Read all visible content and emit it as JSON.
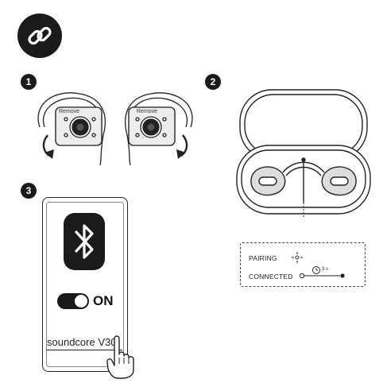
{
  "header": {
    "icon": "link-icon"
  },
  "steps": [
    {
      "number": "1",
      "remove_label_left": "Remove",
      "remove_label_right": "Remove"
    },
    {
      "number": "2"
    },
    {
      "number": "3"
    }
  ],
  "status_panel": {
    "pairing_label": "PAIRING",
    "connected_label": "CONNECTED",
    "connected_duration": "3 s"
  },
  "phone": {
    "bluetooth_state": "ON",
    "device_name": "soundcore V30i"
  }
}
